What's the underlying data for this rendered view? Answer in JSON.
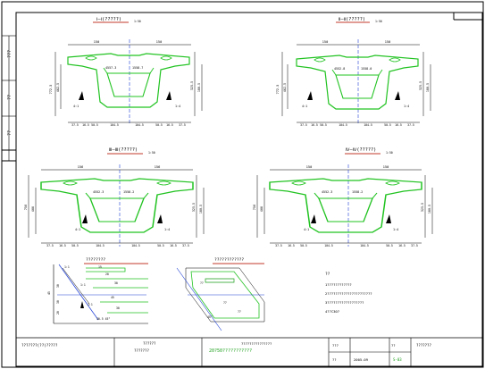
{
  "colors": {
    "section": "#22c322",
    "dim": "#000000",
    "accent_red": "#c0392b",
    "accent_blue": "#1f3fd6",
    "accent_green": "#1a9e1a",
    "frame": "#000000"
  },
  "sections": [
    {
      "title": "Ⅰ—Ⅰ(?????)",
      "scale": "1:50",
      "top_dims": [
        "150",
        "150"
      ],
      "height_left": "772.5",
      "height_left_inner": "462.5",
      "height_right": "325.5",
      "height_right_inner": "180.5",
      "labels": [
        "4:1",
        "1:4",
        "4557.3",
        "1558.7"
      ],
      "bottom_dims": [
        "37.5",
        "16.5",
        "50.5",
        "104.5",
        "104.5",
        "50.5",
        "16.5",
        "37.5"
      ]
    },
    {
      "title": "Ⅱ—Ⅱ(?????)",
      "scale": "1:50",
      "top_dims": [
        "150",
        "150"
      ],
      "height_left": "772.5",
      "height_left_inner": "462.5",
      "height_right": "325.5",
      "height_right_inner": "180.5",
      "labels": [
        "4:1",
        "1:4",
        "4552.8",
        "1558.0"
      ],
      "bottom_dims": [
        "37.5",
        "16.5",
        "50.5",
        "104.5",
        "104.5",
        "50.5",
        "16.5",
        "37.5"
      ]
    },
    {
      "title": "Ⅲ—Ⅲ(?????)",
      "scale": "1:50",
      "top_dims": [
        "156",
        "156"
      ],
      "height_left": "750",
      "height_left_inner": "466",
      "height_right": "325.5",
      "height_right_inner": "180.5",
      "labels": [
        "4:1",
        "1:4",
        "4552.3",
        "1558.2"
      ],
      "bottom_dims": [
        "37.5",
        "16.5",
        "50.5",
        "104.5",
        "104.5",
        "50.5",
        "16.5",
        "37.5"
      ]
    },
    {
      "title": "Ⅳ—Ⅳ(?????)",
      "scale": "1:50",
      "top_dims": [
        "150",
        "150"
      ],
      "height_left": "750",
      "height_left_inner": "466",
      "height_right": "325.5",
      "height_right_inner": "180.5",
      "labels": [
        "4:1",
        "1:4",
        "4552.3",
        "1558.2"
      ],
      "bottom_dims": [
        "37.5",
        "16.5",
        "50.5",
        "104.5",
        "104.5",
        "50.5",
        "16.5",
        "37.5"
      ]
    }
  ],
  "detail_a": {
    "title": "????????",
    "labels": [
      "1:1",
      "1:1",
      "15",
      "20",
      "30",
      "45",
      "30",
      "30",
      "20",
      "1:1",
      "45",
      "30",
      "30.5 45°"
    ]
  },
  "detail_b": {
    "title": "????????????",
    "labels": [
      "??",
      "??",
      "??",
      "45°"
    ]
  },
  "notes": {
    "heading": "??",
    "lines": [
      "1????????????",
      "2??????????????????????",
      "3??????????????????",
      "4??C30?"
    ]
  },
  "title_block": {
    "project": "???????(??)?????",
    "design": "??????",
    "check": "???????",
    "drawing_name": "20?50???????????",
    "sub_name": "???????????????",
    "reviewer": "???",
    "date_label": "??",
    "date": "2005.09",
    "sheet_label": "??",
    "sheet_no": "S-03",
    "figure_no": "???????",
    "side_strip": [
      "???",
      "??",
      "??"
    ]
  }
}
